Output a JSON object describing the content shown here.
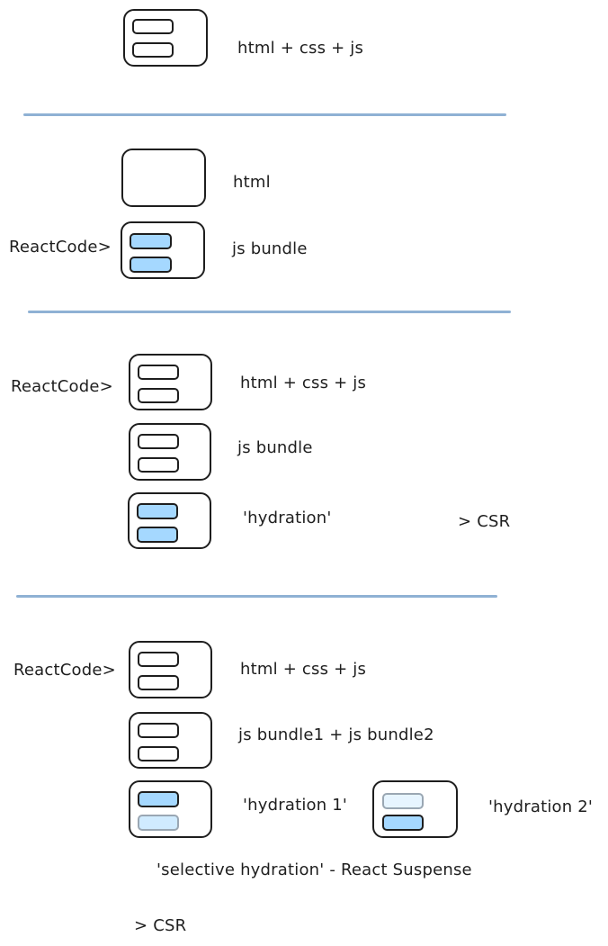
{
  "section1": {
    "label": "html + css + js"
  },
  "section2": {
    "html_label": "html",
    "react_label": "ReactCode>",
    "bundle_label": "js bundle"
  },
  "section3": {
    "react_label": "ReactCode>",
    "html_label": "html + css + js",
    "bundle_label": "js bundle",
    "hydration_label": "'hydration'",
    "csr_label": "> CSR"
  },
  "section4": {
    "react_label": "ReactCode>",
    "html_label": "html + css + js",
    "bundle_label": "js bundle1 + js bundle2",
    "hydration1_label": "'hydration 1'",
    "hydration2_label": "'hydration 2'",
    "selective_label": "'selective hydration' - React Suspense",
    "csr_label": "> CSR"
  },
  "colors": {
    "divider": "#8fb1d4",
    "hydrated": "#a5d8ff",
    "pending": "#e7f5ff",
    "stroke": "#1e1e1e"
  }
}
